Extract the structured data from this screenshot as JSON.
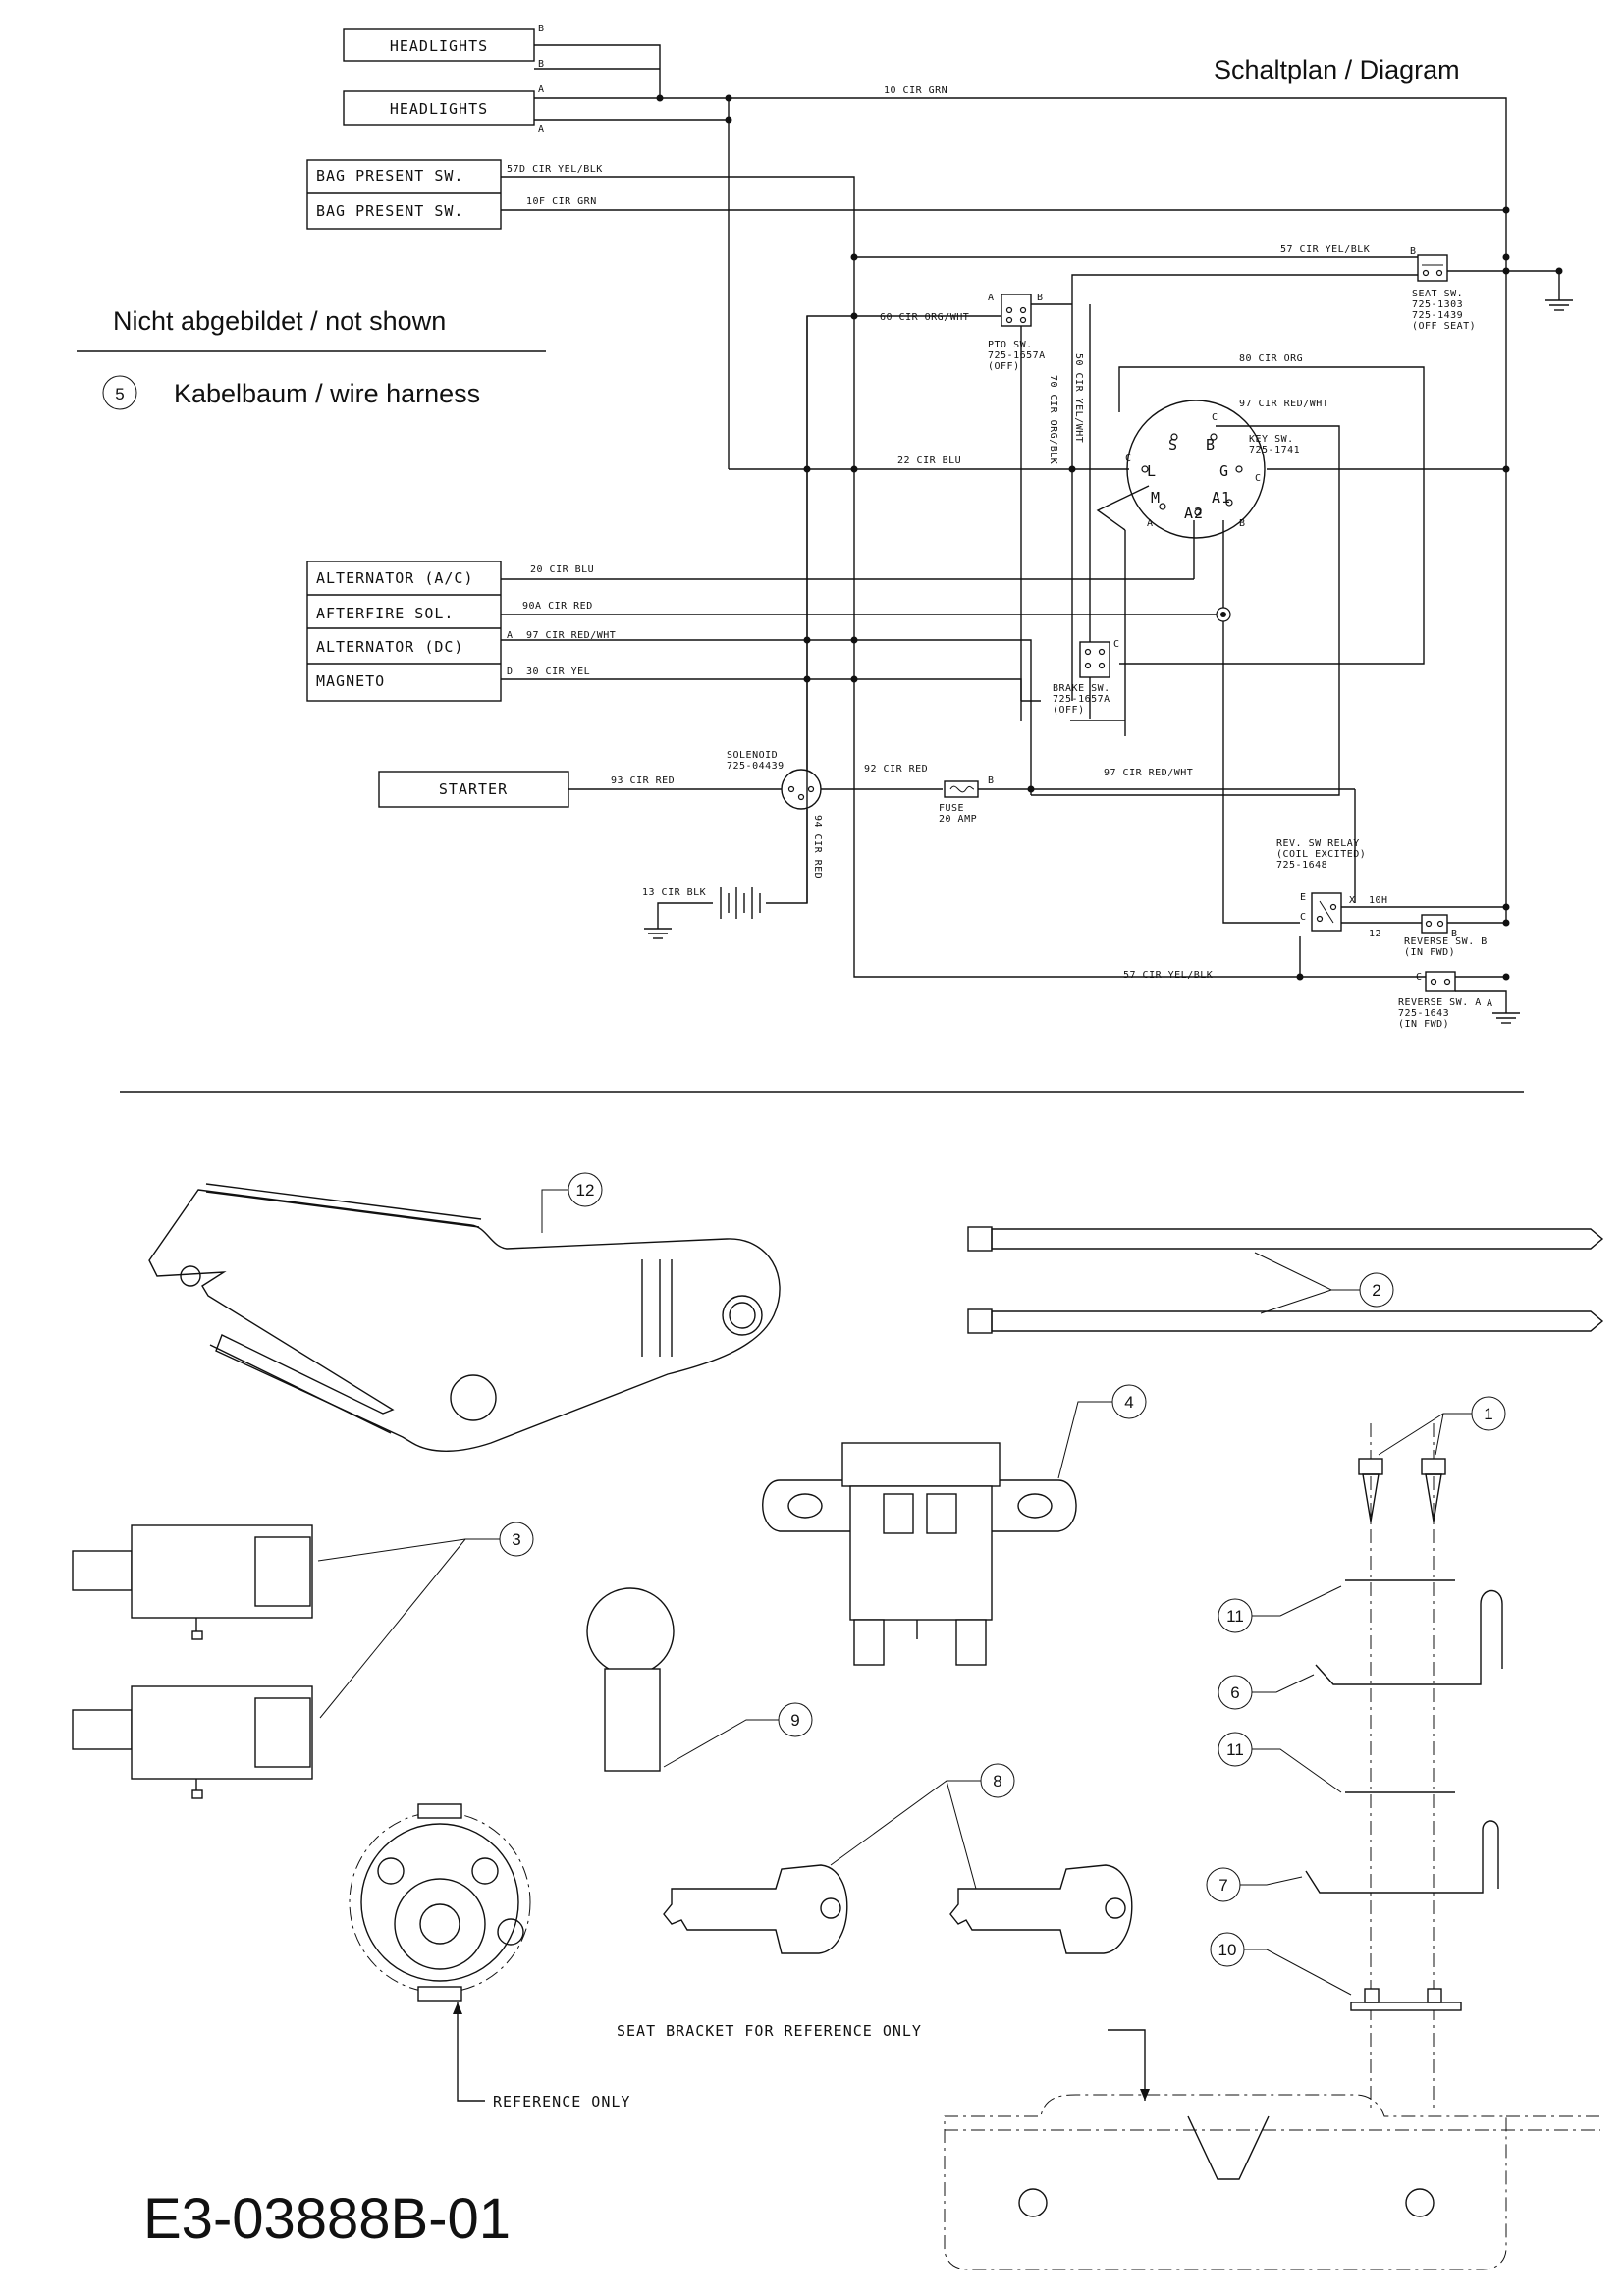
{
  "header": {
    "title": "Schaltplan / Diagram"
  },
  "not_shown": {
    "heading": "Nicht abgebildet / not shown",
    "item_number": "5",
    "item_label": "Kabelbaum / wire harness"
  },
  "components": {
    "headlights_1": "HEADLIGHTS",
    "headlights_2": "HEADLIGHTS",
    "bag_present_1": "BAG PRESENT SW.",
    "bag_present_2": "BAG PRESENT SW.",
    "alternator_ac": "ALTERNATOR (A/C)",
    "afterfire": "AFTERFIRE SOL.",
    "alternator_dc": "ALTERNATOR (DC)",
    "magneto": "MAGNETO",
    "starter": "STARTER"
  },
  "wires": {
    "w10": "10 CIR GRN",
    "w57d": "57D CIR YEL/BLK",
    "w10f": "10F CIR GRN",
    "w57a": "57 CIR YEL/BLK",
    "w60": "60 CIR ORG/WHT",
    "w80": "80 CIR ORG",
    "w97a": "97 CIR RED/WHT",
    "w22": "22 CIR BLU",
    "w70": "70 CIR ORG/BLK",
    "w50": "50 CIR YEL/WHT",
    "w20": "20 CIR BLU",
    "w90a": "90A CIR RED",
    "w97b": "97 CIR RED/WHT",
    "w30": "30 CIR YEL",
    "w93": "93 CIR RED",
    "w92": "92 CIR RED",
    "w97c": "97 CIR RED/WHT",
    "w94": "94 CIR RED",
    "w13": "13 CIR BLK",
    "w57b": "57 CIR YEL/BLK",
    "w10h": "10H",
    "w12": "12"
  },
  "parts": {
    "seat_sw": [
      "SEAT SW.",
      "725-1303",
      "725-1439",
      "(OFF SEAT)"
    ],
    "pto_sw": [
      "PTO SW.",
      "725-1657A",
      "(OFF)"
    ],
    "key_sw": [
      "KEY SW.",
      "725-1741"
    ],
    "brake_sw": [
      "BRAKE SW.",
      "725-1657A",
      "(OFF)"
    ],
    "solenoid": [
      "SOLENOID",
      "725-04439"
    ],
    "fuse": [
      "FUSE",
      "20 AMP"
    ],
    "relay": [
      "REV. SW RELAY",
      "(COIL EXCITED)",
      "725-1648"
    ],
    "rev_b": [
      "REVERSE SW. B",
      "(IN FWD)"
    ],
    "rev_a": [
      "REVERSE SW. A",
      "725-1643",
      "(IN FWD)"
    ]
  },
  "terminals": {
    "A": "A",
    "B": "B",
    "C": "C",
    "D": "D",
    "E": "E",
    "X": "X",
    "S": "S",
    "G": "G",
    "L": "L",
    "M": "M",
    "A1": "A1",
    "A2": "A2"
  },
  "callouts": {
    "c1": "1",
    "c2": "2",
    "c3": "3",
    "c4": "4",
    "c6": "6",
    "c7": "7",
    "c8": "8",
    "c9": "9",
    "c10": "10",
    "c11a": "11",
    "c11b": "11",
    "c12": "12"
  },
  "notes": {
    "seat_bracket": "SEAT BRACKET FOR REFERENCE ONLY",
    "reference_only": "REFERENCE ONLY"
  },
  "drawing_number": "E3-03888B-01"
}
